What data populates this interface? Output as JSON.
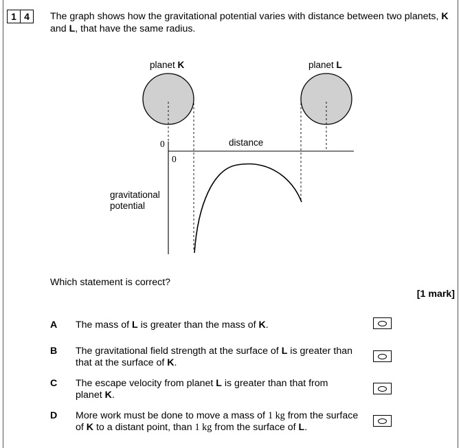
{
  "question": {
    "number_digits": [
      "1",
      "4"
    ],
    "stem_part1": "The graph shows how the gravitational potential varies with distance between two planets, ",
    "stem_K": "K",
    "stem_and": " and ",
    "stem_L": "L",
    "stem_part2": ", that have the same radius."
  },
  "graph": {
    "planet_k_prefix": "planet ",
    "planet_k_letter": "K",
    "planet_l_prefix": "planet ",
    "planet_l_letter": "L",
    "distance_label": "distance",
    "origin_left": "0",
    "origin_bottom": "0",
    "ylabel_line1": "gravitational",
    "ylabel_line2": "potential"
  },
  "prompt": "Which statement is correct?",
  "mark": "[1 mark]",
  "options": [
    {
      "letter": "A",
      "parts": [
        "The mass of ",
        "L",
        " is greater than the mass of ",
        "K",
        "."
      ]
    },
    {
      "letter": "B",
      "parts": [
        "The gravitational field strength at the surface of ",
        "L",
        " is greater than that at the surface of ",
        "K",
        "."
      ]
    },
    {
      "letter": "C",
      "parts": [
        "The escape velocity from planet ",
        "L",
        " is greater than that from planet ",
        "K",
        "."
      ]
    },
    {
      "letter": "D",
      "parts": [
        "More work must be done to move a mass of ",
        "1 kg",
        " from the surface of ",
        "K",
        " to a distant point, than ",
        "1 kg",
        " from the surface of ",
        "L",
        "."
      ]
    }
  ]
}
